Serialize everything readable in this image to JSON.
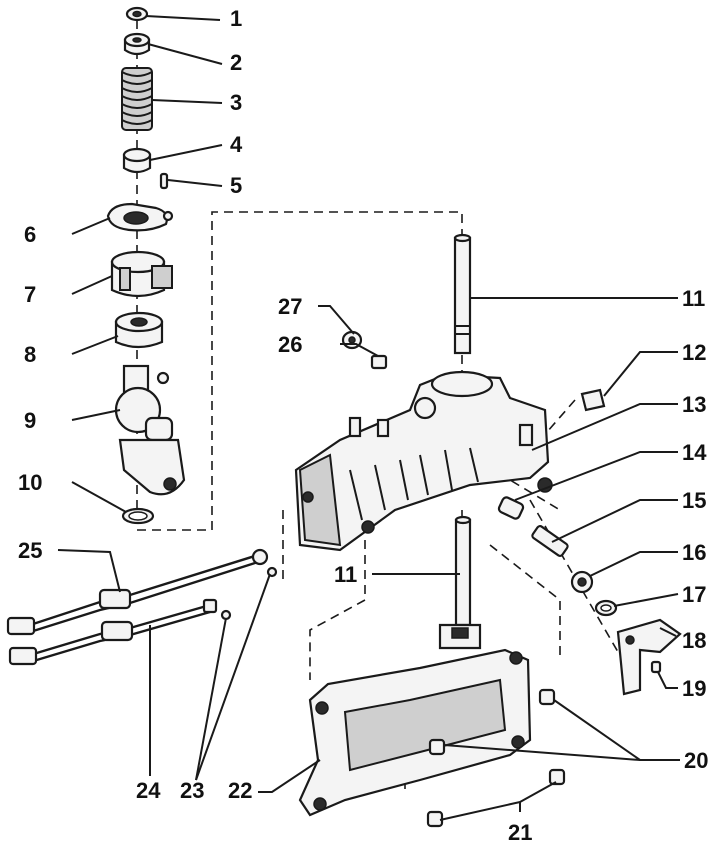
{
  "labels": {
    "l1": "1",
    "l2": "2",
    "l3": "3",
    "l4": "4",
    "l5": "5",
    "l6": "6",
    "l7": "7",
    "l8": "8",
    "l9": "9",
    "l10": "10",
    "l11a": "11",
    "l11b": "11",
    "l12": "12",
    "l13": "13",
    "l14": "14",
    "l15": "15",
    "l16": "16",
    "l17": "17",
    "l18": "18",
    "l19": "19",
    "l20": "20",
    "l21": "21",
    "l22": "22",
    "l23": "23",
    "l24": "24",
    "l25": "25",
    "l26": "26",
    "l27": "27"
  },
  "colors": {
    "ink": "#1a1a1a",
    "paper": "#ffffff",
    "shade": "#cfcfcf"
  }
}
